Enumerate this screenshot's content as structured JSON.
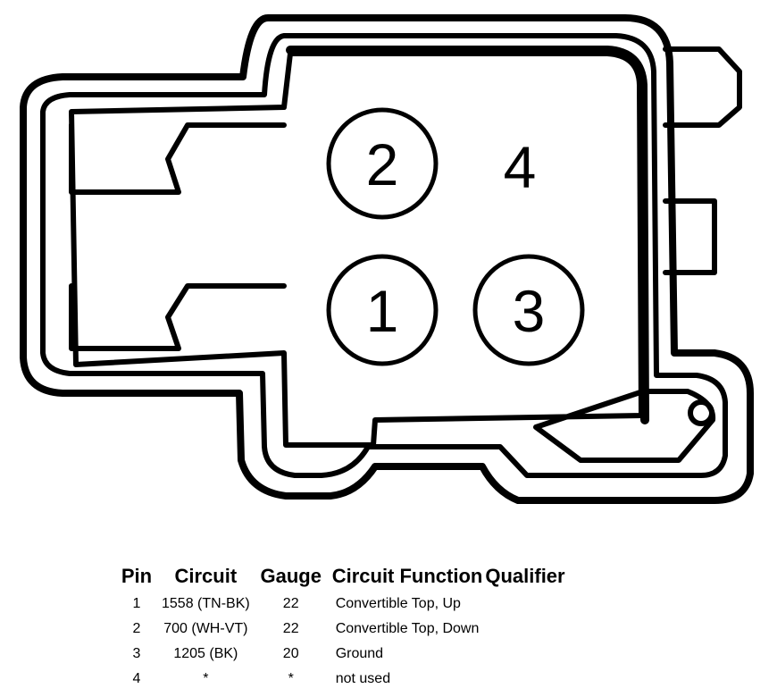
{
  "connector": {
    "pins": [
      {
        "label": "2",
        "circled": true
      },
      {
        "label": "4",
        "circled": false
      },
      {
        "label": "1",
        "circled": true
      },
      {
        "label": "3",
        "circled": true
      }
    ]
  },
  "table": {
    "headers": {
      "pin": "Pin",
      "circuit": "Circuit",
      "gauge": "Gauge",
      "function": "Circuit Function",
      "qualifier": "Qualifier"
    },
    "rows": [
      {
        "pin": "1",
        "circuit": "1558 (TN-BK)",
        "gauge": "22",
        "function": "Convertible Top, Up"
      },
      {
        "pin": "2",
        "circuit": "700 (WH-VT)",
        "gauge": "22",
        "function": "Convertible Top, Down"
      },
      {
        "pin": "3",
        "circuit": "1205 (BK)",
        "gauge": "20",
        "function": "Ground"
      },
      {
        "pin": "4",
        "circuit": "*",
        "gauge": "*",
        "function": "not used"
      }
    ]
  }
}
